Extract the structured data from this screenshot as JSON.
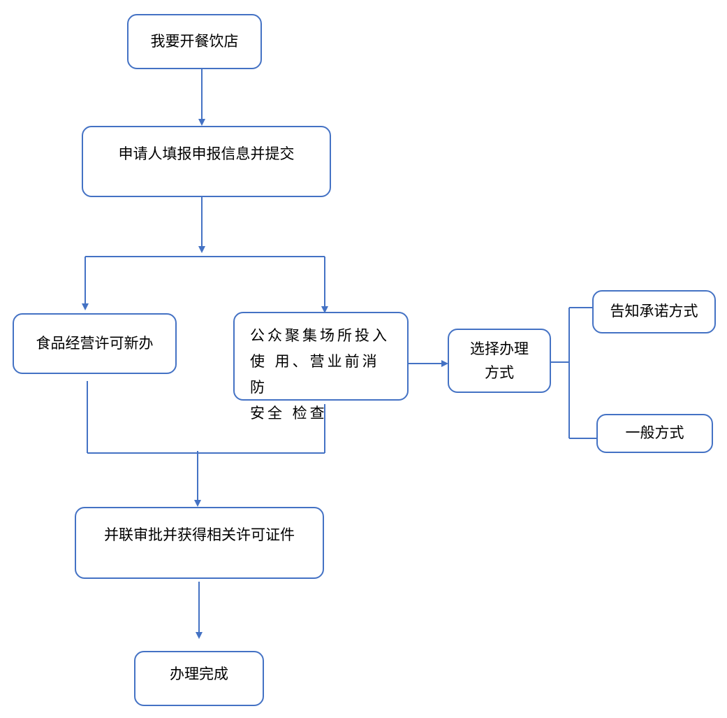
{
  "nodes": {
    "start": "我要开餐饮店",
    "apply": "申请人填报申报信息并提交",
    "food_license": "食品经营许可新办",
    "fire_check": [
      "公众聚集场所投入",
      "使 用、营业前消防",
      "安全 检查"
    ],
    "choose_method": [
      "选择办理",
      "方式"
    ],
    "notify_commit": "告知承诺方式",
    "general": "一般方式",
    "joint_review": "并联审批并获得相关许可证件",
    "done": "办理完成"
  },
  "colors": {
    "stroke": "#4472c4",
    "text": "#000000",
    "background": "#ffffff"
  }
}
